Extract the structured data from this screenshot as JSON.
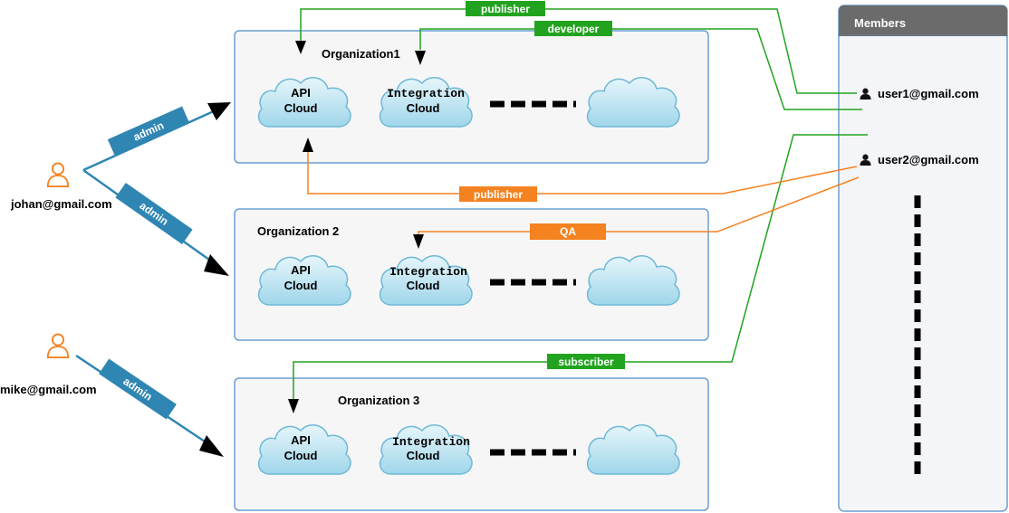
{
  "colors": {
    "admin_arrow": "#2f86b3",
    "green": "#22a31f",
    "orange": "#f58220",
    "box_border": "#6a9fd2",
    "box_fill": "#f6f6f7",
    "cloud_fill": "#bfe5f2",
    "members_header": "#6b6b6b"
  },
  "organizations": [
    {
      "name": "Organization1",
      "clouds": [
        {
          "lines": [
            "API",
            "Cloud"
          ]
        },
        {
          "lines": [
            "Integration",
            "Cloud"
          ]
        },
        {
          "lines": []
        }
      ]
    },
    {
      "name": "Organization 2",
      "clouds": [
        {
          "lines": [
            "API",
            "Cloud"
          ]
        },
        {
          "lines": [
            "Integration",
            "Cloud"
          ]
        },
        {
          "lines": []
        }
      ]
    },
    {
      "name": "Organization 3",
      "clouds": [
        {
          "lines": [
            "API",
            "Cloud"
          ]
        },
        {
          "lines": [
            "Integration",
            "Cloud"
          ]
        },
        {
          "lines": []
        }
      ]
    }
  ],
  "admins": [
    {
      "email": "johan@gmail.com",
      "icon": "user-outline-icon"
    },
    {
      "email": "mike@gmail.com",
      "icon": "user-outline-icon"
    }
  ],
  "admin_label": "admin",
  "members_panel": {
    "title": "Members",
    "users": [
      {
        "email": "user1@gmail.com",
        "icon": "user-solid-icon"
      },
      {
        "email": "user2@gmail.com",
        "icon": "user-solid-icon"
      }
    ]
  },
  "role_labels": {
    "publisher_org1": "publisher",
    "developer_org1": "developer",
    "publisher_org1_user2": "publisher",
    "qa_org2": "QA",
    "subscriber_org3": "subscriber"
  }
}
